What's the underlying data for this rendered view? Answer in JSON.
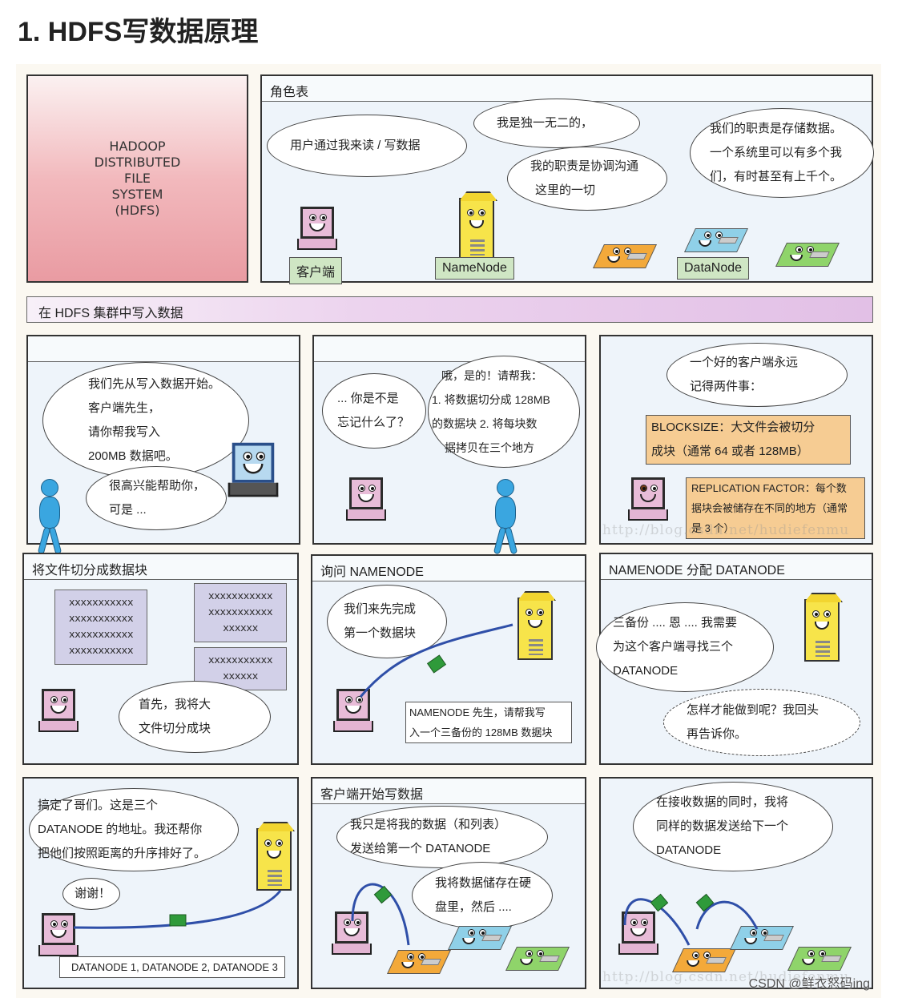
{
  "title": "1. HDFS写数据原理",
  "cover": {
    "text": "HADOOP\nDISTRIBUTED\nFILE\nSYSTEM\n(HDFS)"
  },
  "roles": {
    "header": "角色表",
    "client_bubble": "用户通过我来读 / 写数据",
    "nn_bubble1": "我是独一无二的，",
    "nn_bubble2_l1": "我的职责是协调沟通",
    "nn_bubble2_l2": "这里的一切",
    "dn_bubble_l1": "我们的职责是存储数据。",
    "dn_bubble_l2": "一个系统里可以有多个我",
    "dn_bubble_l3": "们，有时甚至有上千个。",
    "client_tag": "客户端",
    "nn_tag": "NameNode",
    "dn_tag": "DataNode"
  },
  "banner": "在 HDFS 集群中写入数据",
  "p1": {
    "b1": [
      "我们先从写入数据开始。",
      "客户端先生，",
      "请你帮我写入",
      "200MB 数据吧。"
    ],
    "b2": [
      "很高兴能帮助你，",
      "可是 ..."
    ]
  },
  "p2": {
    "b1": [
      "... 你是不是",
      "忘记什么了？"
    ],
    "b2": [
      "哦，是的！请帮我：",
      "1. 将数据切分成 128MB",
      "的数据块 2. 将每块数",
      "据拷贝在三个地方"
    ]
  },
  "p3": {
    "b1": [
      "一个好的客户端永远",
      "记得两件事："
    ],
    "n1": [
      "BLOCKSIZE：大文件会被切分",
      "成块（通常 64 或者 128MB）"
    ],
    "n2": [
      "REPLICATION FACTOR：每个数",
      "据块会被储存在不同的地方（通常",
      "是 3 个）"
    ]
  },
  "p4": {
    "header": "将文件切分成数据块",
    "x1": [
      "xxxxxxxxxxx",
      "xxxxxxxxxxx",
      "xxxxxxxxxxx",
      "xxxxxxxxxxx"
    ],
    "x2": [
      "xxxxxxxxxxx",
      "xxxxxxxxxxx",
      "xxxxxx"
    ],
    "x3": [
      "xxxxxxxxxxx",
      "xxxxxx"
    ],
    "b1": [
      "首先，我将大",
      "文件切分成块"
    ]
  },
  "p5": {
    "header": "询问 NAMENODE",
    "b1": [
      "我们来先完成",
      "第一个数据块"
    ],
    "box": [
      "NAMENODE 先生，请帮我写",
      "入一个三备份的 128MB 数据块"
    ]
  },
  "p6": {
    "header": "NAMENODE 分配 DATANODE",
    "b1": [
      "三备份 .... 恩 .... 我需要",
      "为这个客户端寻找三个",
      "DATANODE"
    ],
    "b2": [
      "怎样才能做到呢？我回头",
      "再告诉你。"
    ]
  },
  "p7": {
    "b1": [
      "搞定了哥们。这是三个",
      "DATANODE 的地址。我还帮你",
      "把他们按照距离的升序排好了。"
    ],
    "b2": "谢谢！",
    "box": "DATANODE 1, DATANODE 2, DATANODE 3"
  },
  "p8": {
    "header": "客户端开始写数据",
    "b1": [
      "我只是将我的数据（和列表）",
      "发送给第一个 DATANODE"
    ],
    "b2": [
      "我将数据储存在硬",
      "盘里，然后 ...."
    ]
  },
  "p9": {
    "b1": [
      "在接收数据的同时，我将",
      "同样的数据发送给下一个",
      "DATANODE"
    ]
  },
  "watermark": "http://blog.csdn.net/hudiefenmu",
  "credit": "CSDN @鲜衣怒码ing",
  "colors": {
    "dn_orange": "#f3a93a",
    "dn_blue": "#8fd0e8",
    "dn_green": "#8fd46a",
    "arrow": "#2f4fa8",
    "packet": "#2f9a3a"
  }
}
